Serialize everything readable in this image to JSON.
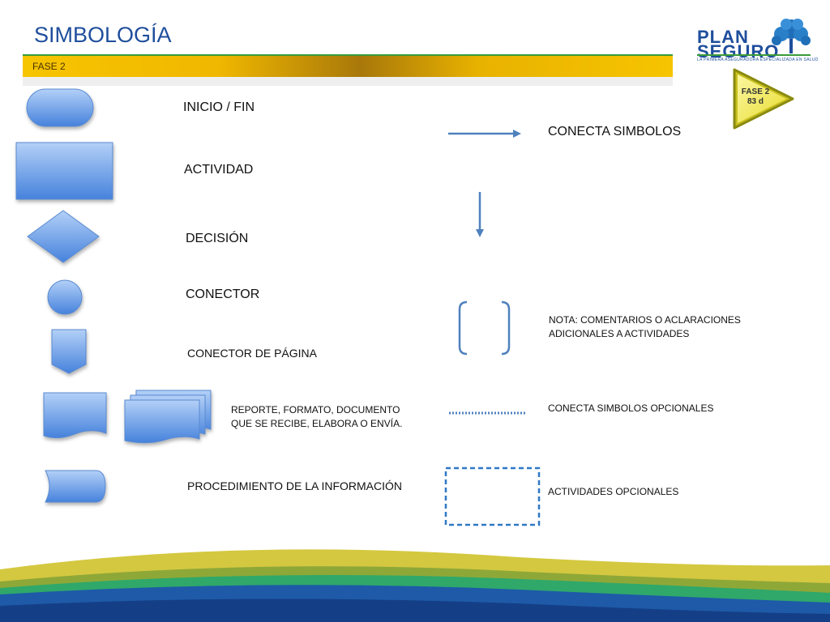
{
  "slide": {
    "title": "SIMBOLOGÍA",
    "phase_label": "FASE 2"
  },
  "logo": {
    "line1": "PLAN",
    "line2": "SEGURO",
    "tagline": "LA PRIMERA ASEGURADORA ESPECIALIZADA EN SALUD"
  },
  "badge": {
    "line1": "FASE 2",
    "line2": "83 d"
  },
  "legend": {
    "inicio_fin": "INICIO / FIN",
    "actividad": "ACTIVIDAD",
    "decision": "DECISIÓN",
    "conector": "CONECTOR",
    "conector_pagina": "CONECTOR DE PÁGINA",
    "reporte_line1": "REPORTE, FORMATO, DOCUMENTO",
    "reporte_line2": "QUE SE RECIBE, ELABORA O ENVÍA.",
    "procedimiento": "PROCEDIMIENTO DE LA INFORMACIÓN",
    "conecta_simbolos": "CONECTA SIMBOLOS",
    "nota_line1": "NOTA: COMENTARIOS O ACLARACIONES",
    "nota_line2": "ADICIONALES A ACTIVIDADES",
    "conecta_opcionales": "CONECTA SIMBOLOS OPCIONALES",
    "actividades_opcionales": "ACTIVIDADES OPCIONALES"
  },
  "colors": {
    "title": "#1f4e9c",
    "shape_fill_top": "#a9c8f5",
    "shape_fill_bottom": "#4a86de",
    "arrow": "#4f81bd",
    "phase_bar": "#f7c400"
  }
}
